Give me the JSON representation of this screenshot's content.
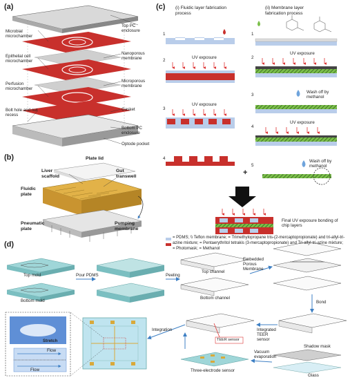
{
  "panel_a": {
    "label": "(a)",
    "labels_left": [
      "Microbial microchamber",
      "Epithelial cell microchamber",
      "Perfusion microchamber",
      "Bolt hole and nut recess"
    ],
    "labels_right": [
      "Top PC enclosure",
      "Nanoporous membrane",
      "Microporous membrane",
      "Gasket",
      "Bottom PC enclosure",
      "Optode pocket"
    ]
  },
  "panel_b": {
    "label": "(b)",
    "labels": [
      "Plate lid",
      "Liver scaffold",
      "Gut transwell",
      "Fluidic plate",
      "Pneumatic plate",
      "Pumping membrane"
    ]
  },
  "panel_c": {
    "label": "(c)",
    "col1_header": "(i) Fluidic layer fabrication process",
    "col2_header": "(ii) Membrane layer fabrication process",
    "col1_steps": [
      "1",
      "UV exposure",
      "UV exposure",
      "4"
    ],
    "col1_step_numbers": [
      "1",
      "2",
      "3",
      "4"
    ],
    "col2_steps": [
      "UV exposure",
      "Wash off by methanol",
      "UV exposure",
      "Wash off by methanol"
    ],
    "col2_step_numbers": [
      "1",
      "2",
      "3",
      "4",
      "5"
    ],
    "plus": "+",
    "final_text": "Final UV exposure bonding of chip layers",
    "legend_text": "= PDMS; \\\\ Teflon membrane; = Trimethylopropane tris-(2-mercaptopropionate) and tri-allyl-tri-azine mixture; = Pentaerythritol tetrakis (3-mercaptopropionate) and Tri-allyl-tri-azine mixture; = Photomask; = Methanol"
  },
  "panel_d": {
    "label": "(d)",
    "labels": [
      "Top mold",
      "Bottom mold",
      "Pour PDMS",
      "Peeling",
      "Top channel",
      "Bottom channel",
      "Embedded Porous Membrane",
      "Bond",
      "Integrated TEER sensor",
      "TEER sensor",
      "Integration",
      "Vacuum evaporation",
      "Shadow mask",
      "Glass",
      "Three-electrode sensor",
      "Stretch",
      "Flow",
      "Flow"
    ]
  },
  "colors": {
    "red": "#c8302c",
    "blue_pdms": "#b9cdea",
    "green_resin": "#7bbf4a",
    "teal_mold": "#9fd6d8",
    "arrow_blue": "#3d7fc4",
    "yellow_plate": "#d9a93a"
  }
}
